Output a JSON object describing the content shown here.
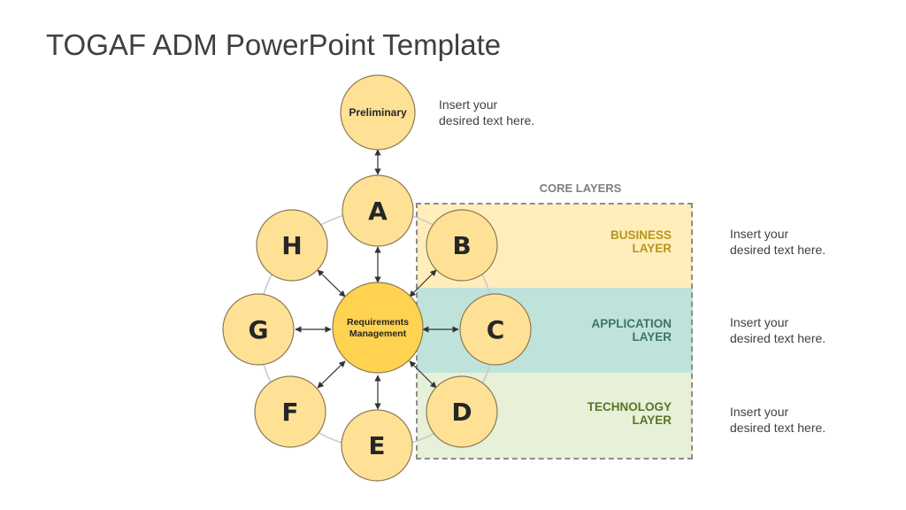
{
  "title": "TOGAF ADM PowerPoint Template",
  "core_layers_title": "CORE LAYERS",
  "layers": [
    {
      "line1": "BUSINESS",
      "line2": "LAYER",
      "color": "#b8961a",
      "bg": "#ffeebc"
    },
    {
      "line1": "APPLICATION",
      "line2": "LAYER",
      "color": "#3f7266",
      "bg": "#bfe3da"
    },
    {
      "line1": "TECHNOLOGY",
      "line2": "LAYER",
      "color": "#5d7327",
      "bg": "#e7f0d8"
    }
  ],
  "notes": [
    {
      "line1": "Insert your",
      "line2": "desired text here."
    },
    {
      "line1": "Insert your",
      "line2": "desired text here."
    },
    {
      "line1": "Insert your",
      "line2": "desired text here."
    },
    {
      "line1": "Insert your",
      "line2": "desired text here."
    }
  ],
  "phases": {
    "preliminary": "Preliminary",
    "center_line1": "Requirements",
    "center_line2": "Management",
    "a": "A",
    "b": "B",
    "c": "C",
    "d": "D",
    "e": "E",
    "f": "F",
    "g": "G",
    "h": "H"
  },
  "colors": {
    "circle_fill": "#ffe196",
    "circle_stroke": "#8c7a52",
    "center_fill": "#ffd250",
    "ring_stroke": "#c8c8c8",
    "arrow": "#333333"
  }
}
